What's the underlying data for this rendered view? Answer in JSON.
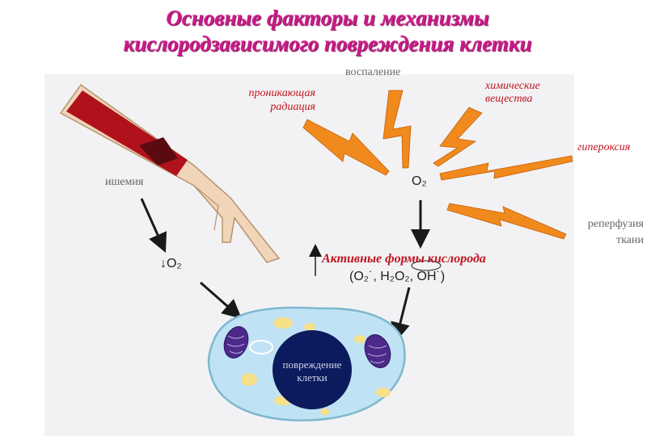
{
  "title": {
    "line1": "Основные  факторы и механизмы",
    "line2": "кислородзависимого повреждения клетки"
  },
  "labels": {
    "inflammation": "воспаление",
    "radiation_1": "проникающая",
    "radiation_2": "радиация",
    "chemicals_1": "химические",
    "chemicals_2": "вещества",
    "hyperoxia": "гипероксия",
    "ischemia": "ишемия",
    "reperfusion_1": "реперфузия",
    "reperfusion_2": "ткани",
    "o2_center": "O₂",
    "o2_low": "↓O₂",
    "ros": "Активные формы кислорода",
    "ros_formula": "(O₂˙, H₂O₂, OH˙)",
    "cell_damage_1": "повреждение",
    "cell_damage_2": "клетки"
  },
  "colors": {
    "title": "#cc1a8a",
    "label_red": "#c0141e",
    "lightning": "#f08a1c",
    "arrow": "#1a1a1a",
    "cell_cytoplasm": "#bfe3f4",
    "nucleus": "#0c1a5e",
    "mitochondria": "#4b2a8a",
    "vessel": "#b0121c"
  },
  "icons": [
    "lightning-bolt-icon",
    "down-arrow-icon",
    "up-arrow-icon",
    "blood-vessel-icon",
    "cell-icon",
    "mitochondrion-icon"
  ]
}
